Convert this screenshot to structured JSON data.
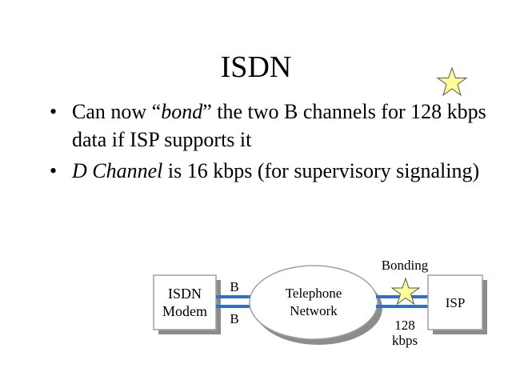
{
  "slide": {
    "title": "ISDN",
    "bullets": [
      {
        "pre": "Can now “",
        "em": "bond",
        "post": "” the two B channels for 128 kbps data if ISP supports it"
      },
      {
        "em": "D Channel",
        "post": " is 16 kbps (for supervisory signaling)"
      }
    ]
  },
  "diagram": {
    "modem_line1": "ISDN",
    "modem_line2": "Modem",
    "channel_b1": "B",
    "channel_b2": "B",
    "network_line1": "Telephone",
    "network_line2": "Network",
    "bonding_label": "Bonding",
    "isp_label": "ISP",
    "speed_line1": "128",
    "speed_line2": "kbps"
  },
  "colors": {
    "line": "#2e6fd0",
    "star_fill": "#ffff99",
    "shadow": "#8c8c8c",
    "box_border": "#a0a0a0"
  },
  "icons": {
    "top_star": "star-icon",
    "bonding_star": "star-icon"
  }
}
